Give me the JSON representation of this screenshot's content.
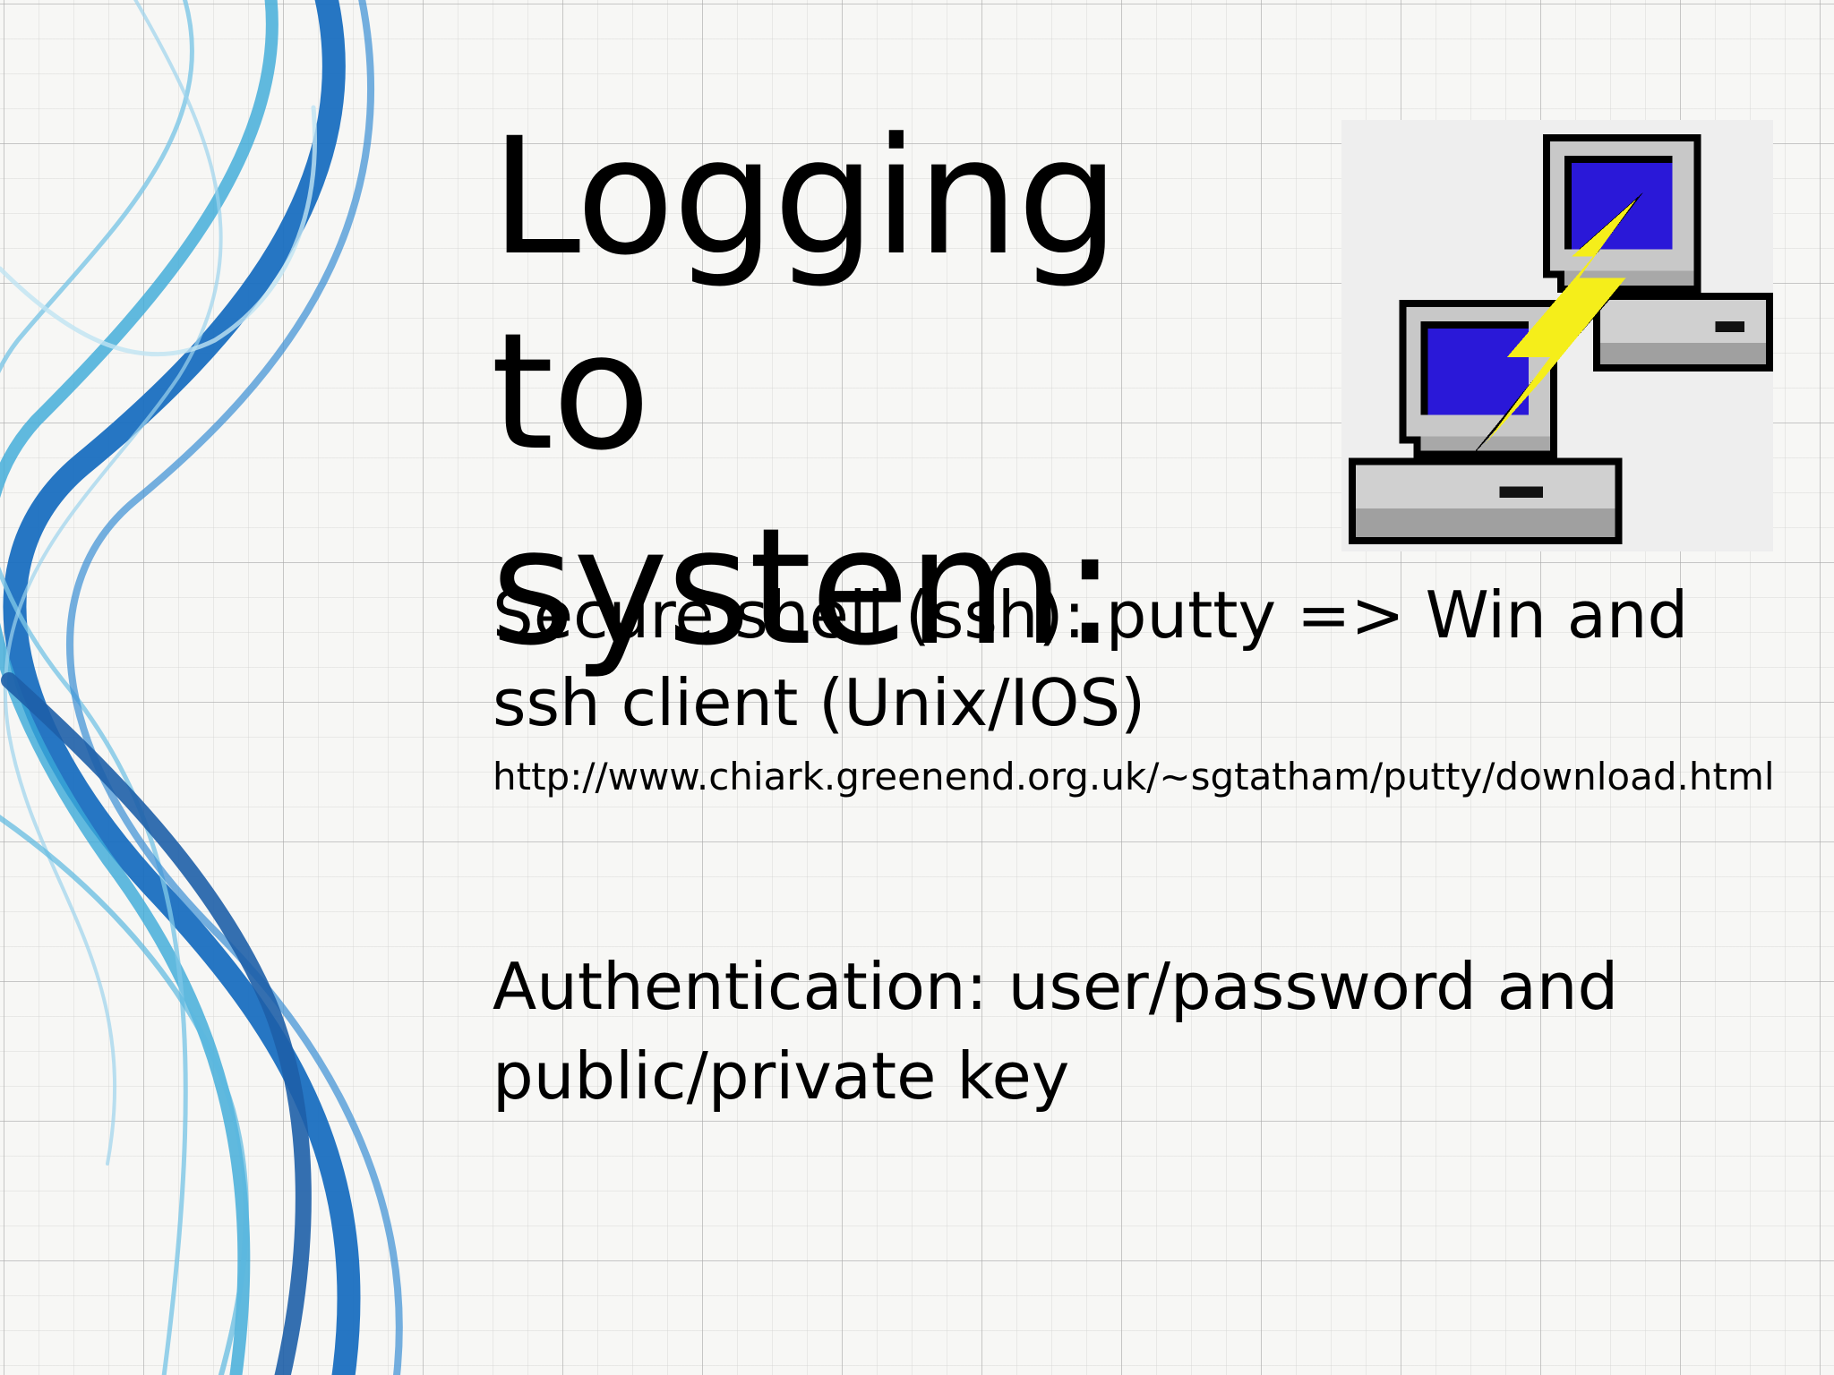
{
  "slide": {
    "title": "Logging to system:",
    "logo_icon": "putty-logo-icon",
    "ssh_line": "Secure shell (ssh): putty => Win and ssh client (Unix/IOS)",
    "ssh_url": "http://www.chiark.greenend.org.uk/~sgtatham/putty/download.html",
    "auth_line": "Authentication: user/password and public/private key"
  },
  "colors": {
    "background": "#f7f7f5",
    "grid": "#aaaaaa",
    "swirl_dark": "#1a6fc0",
    "swirl_light": "#39a9d8",
    "logo_screen": "#2a18d8",
    "logo_bolt": "#f5ee1a",
    "logo_case": "#c8c8c8",
    "text": "#000000"
  }
}
